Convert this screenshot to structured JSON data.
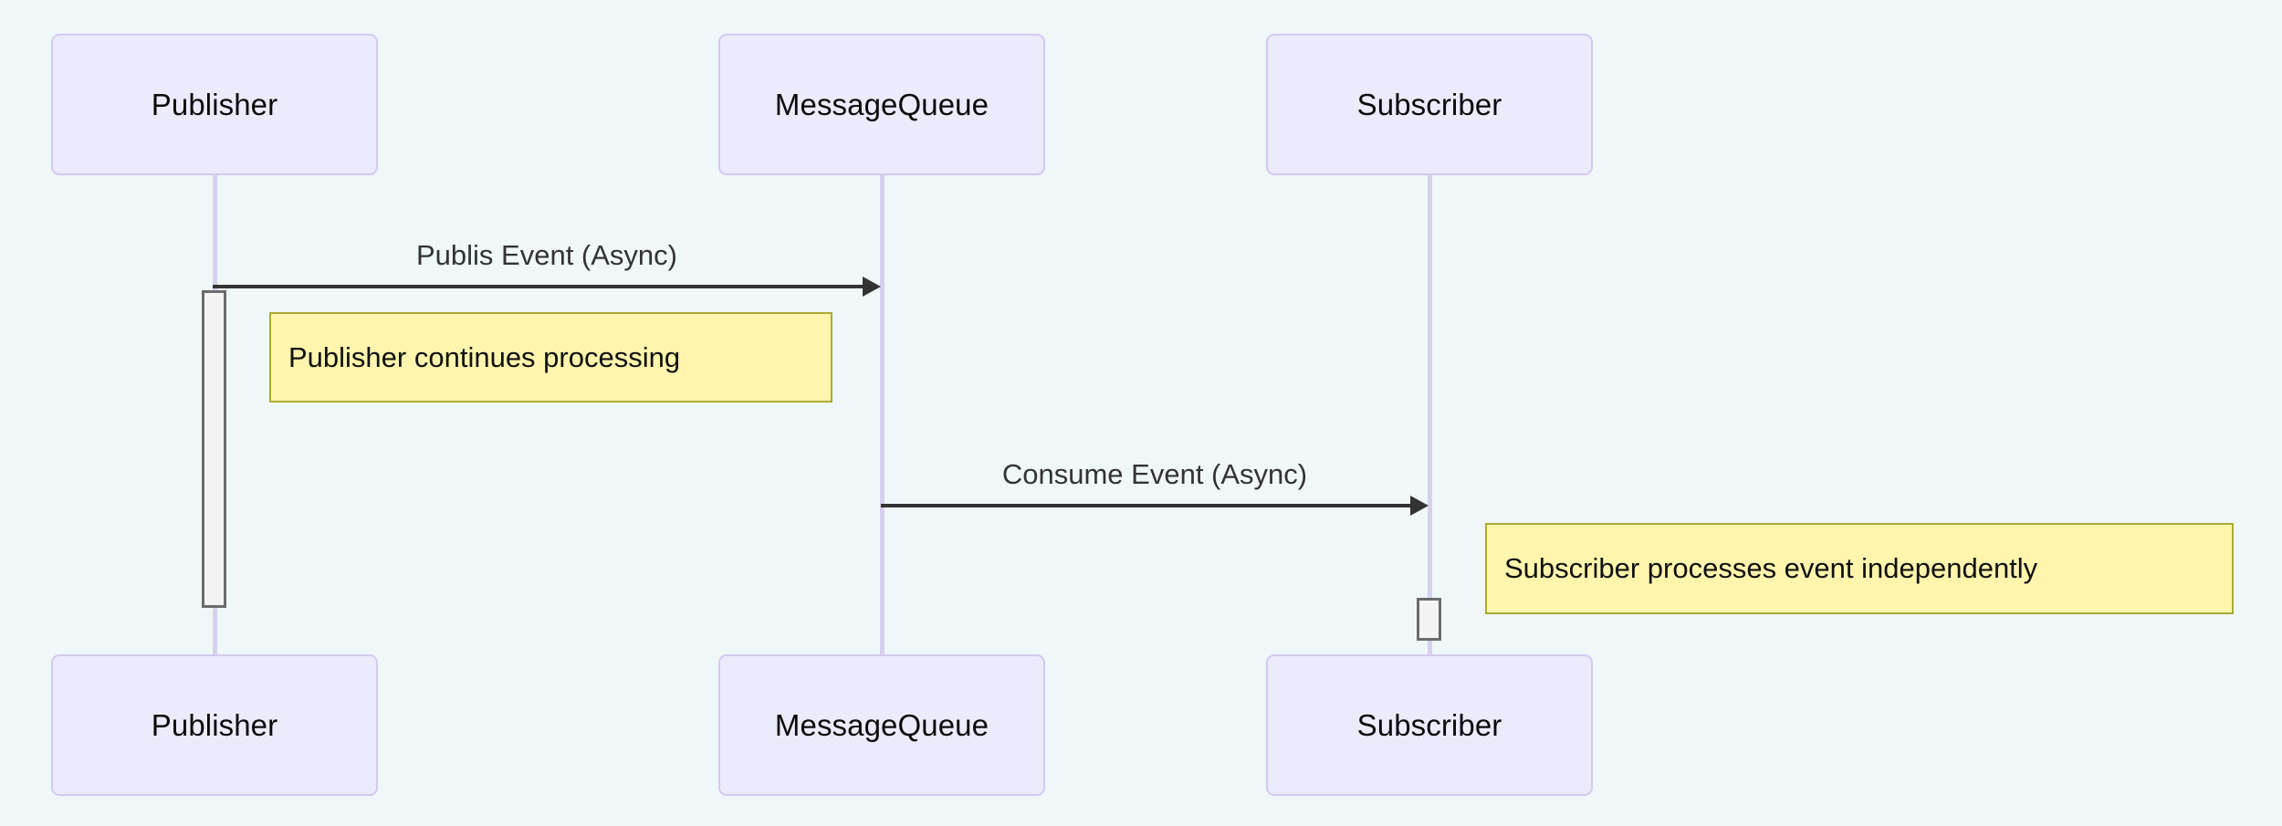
{
  "diagram": {
    "type": "sequence-diagram",
    "background_color": "#eff7f9",
    "participant_fill": "#ecebfc",
    "participant_border": "#d4c8f0",
    "lifeline_color": "#d6d0ee",
    "arrow_color": "#333333",
    "note_fill": "#fff5ad",
    "note_border": "#aaaa33",
    "activation_fill": "#f4f4f4",
    "activation_border": "#6b6b6b"
  },
  "participants": [
    {
      "id": "publisher",
      "label": "Publisher"
    },
    {
      "id": "messagequeue",
      "label": "MessageQueue"
    },
    {
      "id": "subscriber",
      "label": "Subscriber"
    }
  ],
  "participants_bottom": [
    {
      "id": "publisher",
      "label": "Publisher"
    },
    {
      "id": "messagequeue",
      "label": "MessageQueue"
    },
    {
      "id": "subscriber",
      "label": "Subscriber"
    }
  ],
  "messages": [
    {
      "id": "publish-event",
      "label": "Publis Event (Async)",
      "from": "Publisher",
      "to": "MessageQueue",
      "style": "solid-arrow",
      "async": true
    },
    {
      "id": "consume-event",
      "label": "Consume Event (Async)",
      "from": "MessageQueue",
      "to": "Subscriber",
      "style": "solid-arrow",
      "async": true
    }
  ],
  "notes": [
    {
      "id": "publisher-note",
      "text": "Publisher continues processing",
      "over": "Publisher",
      "position": "right of"
    },
    {
      "id": "subscriber-note",
      "text": "Subscriber processes event independently",
      "over": "Subscriber",
      "position": "right of"
    }
  ],
  "activations": [
    {
      "id": "publisher-activation",
      "participant": "Publisher"
    },
    {
      "id": "subscriber-activation",
      "participant": "Subscriber"
    }
  ]
}
